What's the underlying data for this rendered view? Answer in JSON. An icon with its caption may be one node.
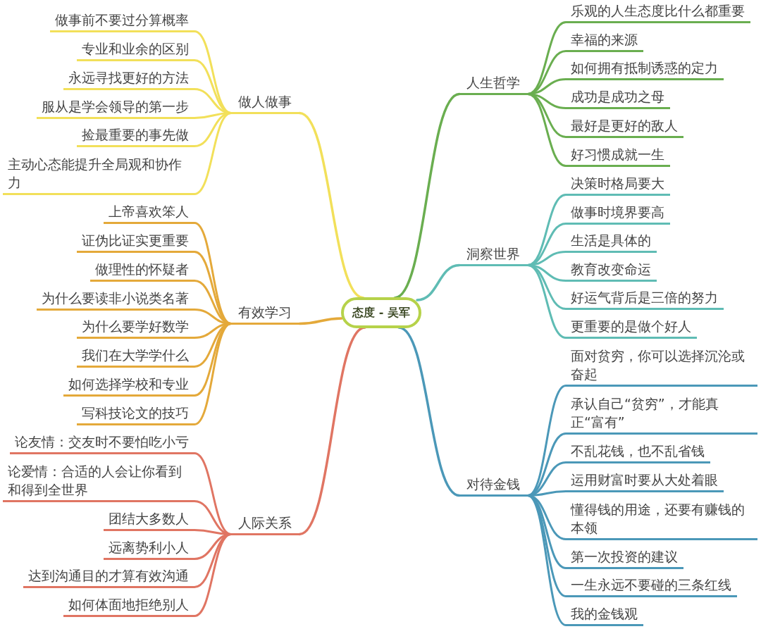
{
  "diagram": {
    "nodes": [
      {
        "text": [
          "态度 - 吴军"
        ]
      },
      {
        "text": [
          "人生哲学"
        ]
      },
      {
        "text": [
          "乐观的人生态度比什么都重要"
        ]
      },
      {
        "text": [
          "幸福的来源"
        ]
      },
      {
        "text": [
          "如何拥有抵制诱惑的定力"
        ]
      },
      {
        "text": [
          "成功是成功之母"
        ]
      },
      {
        "text": [
          "最好是更好的敌人"
        ]
      },
      {
        "text": [
          "好习惯成就一生"
        ]
      },
      {
        "text": [
          "洞察世界"
        ]
      },
      {
        "text": [
          "决策时格局要大"
        ]
      },
      {
        "text": [
          "做事时境界要高"
        ]
      },
      {
        "text": [
          "生活是具体的"
        ]
      },
      {
        "text": [
          "教育改变命运"
        ]
      },
      {
        "text": [
          "好运气背后是三倍的努力"
        ]
      },
      {
        "text": [
          "更重要的是做个好人"
        ]
      },
      {
        "text": [
          "对待金钱"
        ]
      },
      {
        "text": [
          "面对贫穷，你可以选择沉沦或奋起"
        ]
      },
      {
        "text": [
          "承认自己“贫穷”，才能真正“富有”"
        ]
      },
      {
        "text": [
          "不乱花钱，也不乱省钱"
        ]
      },
      {
        "text": [
          "运用财富时要从大处着眼"
        ]
      },
      {
        "text": [
          "懂得钱的用途，还要有赚钱的本领"
        ]
      },
      {
        "text": [
          "第一次投资的建议"
        ]
      },
      {
        "text": [
          "一生永远不要碰的三条红线"
        ]
      },
      {
        "text": [
          "我的金钱观"
        ]
      },
      {
        "text": [
          "做人做事"
        ]
      },
      {
        "text": [
          "做事前不要过分算概率"
        ]
      },
      {
        "text": [
          "专业和业余的区别"
        ]
      },
      {
        "text": [
          "永远寻找更好的方法"
        ]
      },
      {
        "text": [
          "服从是学会领导的第一步"
        ]
      },
      {
        "text": [
          "捡最重要的事先做"
        ]
      },
      {
        "text": [
          "主动心态能提升全局观和协作力"
        ]
      },
      {
        "text": [
          "有效学习"
        ]
      },
      {
        "text": [
          "上帝喜欢笨人"
        ]
      },
      {
        "text": [
          "证伪比证实更重要"
        ]
      },
      {
        "text": [
          "做理性的怀疑者"
        ]
      },
      {
        "text": [
          "为什么要读非小说类名著"
        ]
      },
      {
        "text": [
          "为什么要学好数学"
        ]
      },
      {
        "text": [
          "我们在大学学什么"
        ]
      },
      {
        "text": [
          "如何选择学校和专业"
        ]
      },
      {
        "text": [
          "写科技论文的技巧"
        ]
      },
      {
        "text": [
          "人际关系"
        ]
      },
      {
        "text": [
          "论友情：交友时不要怕吃小亏"
        ]
      },
      {
        "text": [
          "论爱情：合适的人会让你看到和得到全世界"
        ]
      },
      {
        "text": [
          "团结大多数人"
        ]
      },
      {
        "text": [
          "远离势利小人"
        ]
      },
      {
        "text": [
          "达到沟通目的才算有效沟通"
        ]
      },
      {
        "text": [
          "如何体面地拒绝别人"
        ]
      }
    ],
    "edges": [
      {
        "from": 0,
        "to": 1,
        "arrow": "none",
        "color": "#6aae50"
      },
      {
        "from": 1,
        "to": 2,
        "arrow": "none",
        "color": "#6aae50"
      },
      {
        "from": 1,
        "to": 3,
        "arrow": "none",
        "color": "#6aae50"
      },
      {
        "from": 1,
        "to": 4,
        "arrow": "none",
        "color": "#6aae50"
      },
      {
        "from": 1,
        "to": 5,
        "arrow": "none",
        "color": "#6aae50"
      },
      {
        "from": 1,
        "to": 6,
        "arrow": "none",
        "color": "#6aae50"
      },
      {
        "from": 1,
        "to": 7,
        "arrow": "none",
        "color": "#6aae50"
      },
      {
        "from": 0,
        "to": 8,
        "arrow": "none",
        "color": "#5fbcb4"
      },
      {
        "from": 8,
        "to": 9,
        "arrow": "none",
        "color": "#5fbcb4"
      },
      {
        "from": 8,
        "to": 10,
        "arrow": "none",
        "color": "#5fbcb4"
      },
      {
        "from": 8,
        "to": 11,
        "arrow": "none",
        "color": "#5fbcb4"
      },
      {
        "from": 8,
        "to": 12,
        "arrow": "none",
        "color": "#5fbcb4"
      },
      {
        "from": 8,
        "to": 13,
        "arrow": "none",
        "color": "#5fbcb4"
      },
      {
        "from": 8,
        "to": 14,
        "arrow": "none",
        "color": "#5fbcb4"
      },
      {
        "from": 0,
        "to": 15,
        "arrow": "none",
        "color": "#4b98b8"
      },
      {
        "from": 15,
        "to": 16,
        "arrow": "none",
        "color": "#4b98b8"
      },
      {
        "from": 15,
        "to": 17,
        "arrow": "none",
        "color": "#4b98b8"
      },
      {
        "from": 15,
        "to": 18,
        "arrow": "none",
        "color": "#4b98b8"
      },
      {
        "from": 15,
        "to": 19,
        "arrow": "none",
        "color": "#4b98b8"
      },
      {
        "from": 15,
        "to": 20,
        "arrow": "none",
        "color": "#4b98b8"
      },
      {
        "from": 15,
        "to": 21,
        "arrow": "none",
        "color": "#4b98b8"
      },
      {
        "from": 15,
        "to": 22,
        "arrow": "none",
        "color": "#4b98b8"
      },
      {
        "from": 15,
        "to": 23,
        "arrow": "none",
        "color": "#4b98b8"
      },
      {
        "from": 0,
        "to": 24,
        "arrow": "none",
        "color": "#f2e05a"
      },
      {
        "from": 24,
        "to": 25,
        "arrow": "none",
        "color": "#f2e05a"
      },
      {
        "from": 24,
        "to": 26,
        "arrow": "none",
        "color": "#f2e05a"
      },
      {
        "from": 24,
        "to": 27,
        "arrow": "none",
        "color": "#f2e05a"
      },
      {
        "from": 24,
        "to": 28,
        "arrow": "none",
        "color": "#f2e05a"
      },
      {
        "from": 24,
        "to": 29,
        "arrow": "none",
        "color": "#f2e05a"
      },
      {
        "from": 24,
        "to": 30,
        "arrow": "none",
        "color": "#f2e05a"
      },
      {
        "from": 0,
        "to": 31,
        "arrow": "none",
        "color": "#e4a93a"
      },
      {
        "from": 31,
        "to": 32,
        "arrow": "none",
        "color": "#e4a93a"
      },
      {
        "from": 31,
        "to": 33,
        "arrow": "none",
        "color": "#e4a93a"
      },
      {
        "from": 31,
        "to": 34,
        "arrow": "none",
        "color": "#e4a93a"
      },
      {
        "from": 31,
        "to": 35,
        "arrow": "none",
        "color": "#e4a93a"
      },
      {
        "from": 31,
        "to": 36,
        "arrow": "none",
        "color": "#e4a93a"
      },
      {
        "from": 31,
        "to": 37,
        "arrow": "none",
        "color": "#e4a93a"
      },
      {
        "from": 31,
        "to": 38,
        "arrow": "none",
        "color": "#e4a93a"
      },
      {
        "from": 31,
        "to": 39,
        "arrow": "none",
        "color": "#e4a93a"
      },
      {
        "from": 0,
        "to": 40,
        "arrow": "none",
        "color": "#e07563"
      },
      {
        "from": 40,
        "to": 41,
        "arrow": "none",
        "color": "#e07563"
      },
      {
        "from": 40,
        "to": 42,
        "arrow": "none",
        "color": "#e07563"
      },
      {
        "from": 40,
        "to": 43,
        "arrow": "none",
        "color": "#e07563"
      },
      {
        "from": 40,
        "to": 44,
        "arrow": "none",
        "color": "#e07563"
      },
      {
        "from": 40,
        "to": 45,
        "arrow": "none",
        "color": "#e07563"
      },
      {
        "from": 40,
        "to": 46,
        "arrow": "none",
        "color": "#e07563"
      }
    ]
  }
}
